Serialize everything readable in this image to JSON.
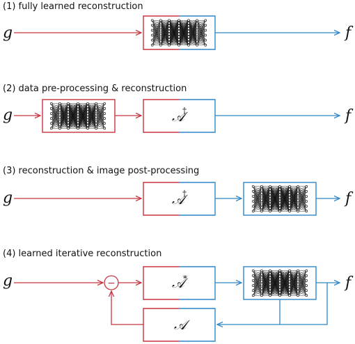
{
  "colors": {
    "red": "#c8343f",
    "blue": "#2e86c8",
    "net": "#111111"
  },
  "icons": {
    "network": "neural-network-icon"
  },
  "sections": [
    {
      "title": "(1) fully learned reconstruction",
      "input": "g",
      "output": "f"
    },
    {
      "title": "(2) data pre-processing & reconstruction",
      "input": "g",
      "output": "f",
      "operator": {
        "symbol": "𝒜",
        "superscript": "†"
      }
    },
    {
      "title": "(3) reconstruction & image post-processing",
      "input": "g",
      "output": "f",
      "operator": {
        "symbol": "𝒜",
        "superscript": "†"
      }
    },
    {
      "title": "(4) learned iterative reconstruction",
      "input": "g",
      "output": "f",
      "adjoint": {
        "symbol": "𝒜",
        "superscript": "*"
      },
      "forward": {
        "symbol": "𝒜"
      },
      "subtract_sign": "−"
    }
  ]
}
